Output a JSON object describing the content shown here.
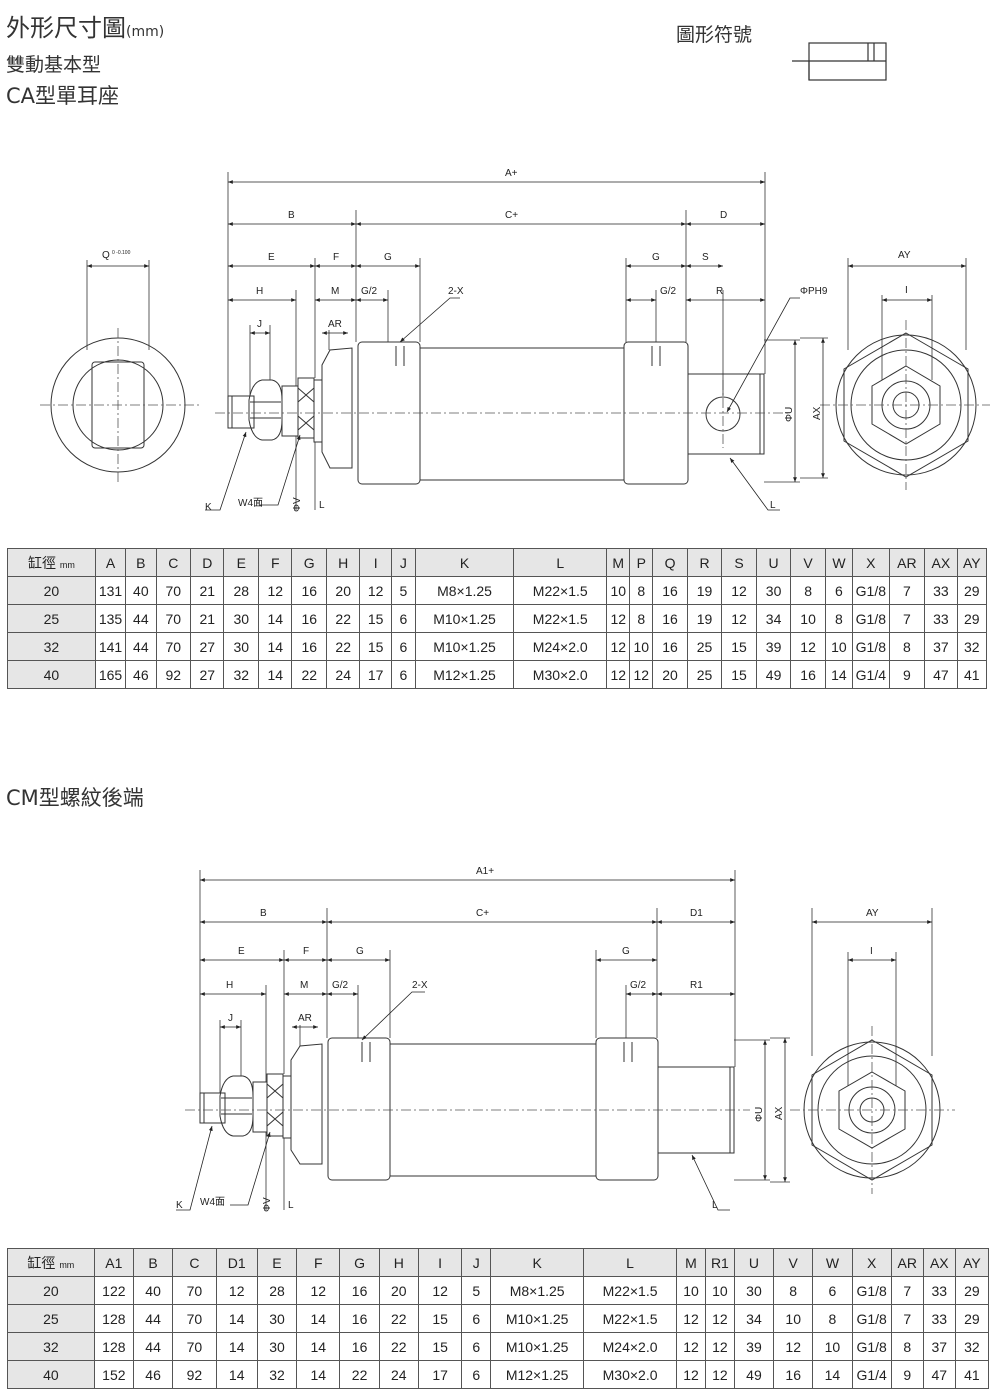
{
  "title": {
    "main": "外形尺寸圖",
    "unit": "(mm)"
  },
  "symbol_label": "圖形符號",
  "subtitle": "雙動基本型",
  "section1": {
    "heading": "CA型單耳座",
    "dims": {
      "A": "A+",
      "B": "B",
      "C": "C+",
      "D": "D",
      "E": "E",
      "F": "F",
      "G": "G",
      "Gh": "G/2",
      "S": "S",
      "H": "H",
      "M": "M",
      "R": "R",
      "J": "J",
      "AR": "AR",
      "X": "2-X",
      "PH": "ΦPH9",
      "AY": "AY",
      "I": "I",
      "U": "ΦU",
      "AX": "AX",
      "K": "K",
      "W": "W4面",
      "V": "ΦV",
      "L": "L",
      "Lr": "L",
      "Q": "Q",
      "Qtol": "0\n-0.100"
    },
    "table": {
      "bore_label": "缸徑",
      "bore_unit": "mm",
      "headers": [
        "A",
        "B",
        "C",
        "D",
        "E",
        "F",
        "G",
        "H",
        "I",
        "J",
        "K",
        "L",
        "M",
        "P",
        "Q",
        "R",
        "S",
        "U",
        "V",
        "W",
        "X",
        "AR",
        "AX",
        "AY"
      ],
      "rows": [
        [
          "20",
          "131",
          "40",
          "70",
          "21",
          "28",
          "12",
          "16",
          "20",
          "12",
          "5",
          "M8×1.25",
          "M22×1.5",
          "10",
          "8",
          "16",
          "19",
          "12",
          "30",
          "8",
          "6",
          "G1/8",
          "7",
          "33",
          "29"
        ],
        [
          "25",
          "135",
          "44",
          "70",
          "21",
          "30",
          "14",
          "16",
          "22",
          "15",
          "6",
          "M10×1.25",
          "M22×1.5",
          "12",
          "8",
          "16",
          "19",
          "12",
          "34",
          "10",
          "8",
          "G1/8",
          "7",
          "33",
          "29"
        ],
        [
          "32",
          "141",
          "44",
          "70",
          "27",
          "30",
          "14",
          "16",
          "22",
          "15",
          "6",
          "M10×1.25",
          "M24×2.0",
          "12",
          "10",
          "16",
          "25",
          "15",
          "39",
          "12",
          "10",
          "G1/8",
          "8",
          "37",
          "32"
        ],
        [
          "40",
          "165",
          "46",
          "92",
          "27",
          "32",
          "14",
          "22",
          "24",
          "17",
          "6",
          "M12×1.25",
          "M30×2.0",
          "12",
          "12",
          "20",
          "25",
          "15",
          "49",
          "16",
          "14",
          "G1/4",
          "9",
          "47",
          "41"
        ]
      ]
    }
  },
  "section2": {
    "heading": "CM型螺紋後端",
    "dims": {
      "A": "A1+",
      "B": "B",
      "C": "C+",
      "D": "D1",
      "E": "E",
      "F": "F",
      "G": "G",
      "Gh": "G/2",
      "H": "H",
      "M": "M",
      "R": "R1",
      "J": "J",
      "AR": "AR",
      "X": "2-X",
      "AY": "AY",
      "I": "I",
      "U": "ΦU",
      "AX": "AX",
      "K": "K",
      "W": "W4面",
      "V": "ΦV",
      "L": "L",
      "Lr": "L"
    },
    "table": {
      "bore_label": "缸徑",
      "bore_unit": "mm",
      "headers": [
        "A1",
        "B",
        "C",
        "D1",
        "E",
        "F",
        "G",
        "H",
        "I",
        "J",
        "K",
        "L",
        "M",
        "R1",
        "U",
        "V",
        "W",
        "X",
        "AR",
        "AX",
        "AY"
      ],
      "rows": [
        [
          "20",
          "122",
          "40",
          "70",
          "12",
          "28",
          "12",
          "16",
          "20",
          "12",
          "5",
          "M8×1.25",
          "M22×1.5",
          "10",
          "10",
          "30",
          "8",
          "6",
          "G1/8",
          "7",
          "33",
          "29"
        ],
        [
          "25",
          "128",
          "44",
          "70",
          "14",
          "30",
          "14",
          "16",
          "22",
          "15",
          "6",
          "M10×1.25",
          "M22×1.5",
          "12",
          "12",
          "34",
          "10",
          "8",
          "G1/8",
          "7",
          "33",
          "29"
        ],
        [
          "32",
          "128",
          "44",
          "70",
          "14",
          "30",
          "14",
          "16",
          "22",
          "15",
          "6",
          "M10×1.25",
          "M24×2.0",
          "12",
          "12",
          "39",
          "12",
          "10",
          "G1/8",
          "8",
          "37",
          "32"
        ],
        [
          "40",
          "152",
          "46",
          "92",
          "14",
          "32",
          "14",
          "22",
          "24",
          "17",
          "6",
          "M12×1.25",
          "M30×2.0",
          "12",
          "12",
          "49",
          "16",
          "14",
          "G1/4",
          "9",
          "47",
          "41"
        ]
      ]
    }
  }
}
